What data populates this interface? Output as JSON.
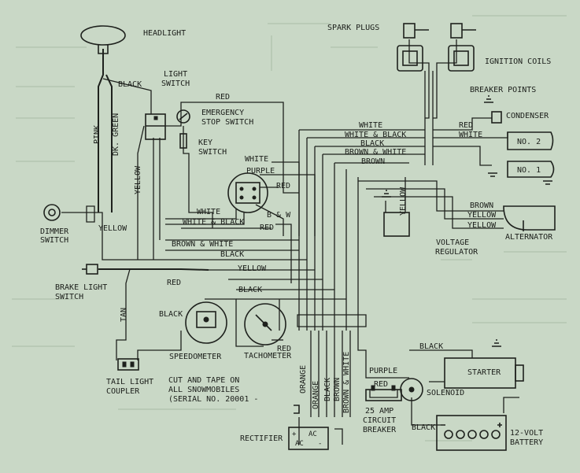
{
  "components": {
    "headlight": "HEADLIGHT",
    "light_switch": [
      "LIGHT",
      "SWITCH"
    ],
    "emergency_stop_switch": [
      "EMERGENCY",
      "STOP SWITCH"
    ],
    "key_switch": [
      "KEY",
      "SWITCH"
    ],
    "dimmer_switch": [
      "DIMMER",
      "SWITCH"
    ],
    "brake_light_switch": [
      "BRAKE LIGHT",
      "SWITCH"
    ],
    "spark_plugs": "SPARK PLUGS",
    "ignition_coils": "IGNITION COILS",
    "breaker_points": "BREAKER POINTS",
    "condenser": "CONDENSER",
    "no2": "NO. 2",
    "no1": "NO. 1",
    "alternator": "ALTERNATOR",
    "voltage_regulator": [
      "VOLTAGE",
      "REGULATOR"
    ],
    "speedometer": "SPEEDOMETER",
    "tachometer": "TACHOMETER",
    "tail_light_coupler": [
      "TAIL LIGHT",
      "COUPLER"
    ],
    "starter": "STARTER",
    "solenoid": "SOLENOID",
    "circuit_breaker": [
      "25 AMP",
      "CIRCUIT",
      "BREAKER"
    ],
    "rectifier": "RECTIFIER",
    "battery": [
      "12-VOLT",
      "BATTERY"
    ]
  },
  "notes": {
    "cut_and_tape": [
      "CUT AND TAPE ON",
      "ALL SNOWMOBILES",
      "(SERIAL NO. 20001 -"
    ]
  },
  "rectifier_terminals": {
    "plus": "+",
    "ac": "AC",
    "minus": "-"
  },
  "wire_labels": {
    "black_headlight": "BLACK",
    "pink": "PINK",
    "dk_green": "DK. GREEN",
    "yellow_ls": "YELLOW",
    "yellow_dimmer": "YELLOW",
    "red_top": "RED",
    "white_key": "WHITE",
    "purple_key": "PURPLE",
    "red_key": "RED",
    "white_lower": "WHITE",
    "white_black_lower": "WHITE & BLACK",
    "b_w": "B & W",
    "red_mid": "RED",
    "brown_white_mid": "BROWN & WHITE",
    "black_mid": "BLACK",
    "yellow_mid": "YELLOW",
    "red_brake": "RED",
    "black_speedo_right": "BLACK",
    "black_speedo": "BLACK",
    "tan": "TAN",
    "red_tach": "RED",
    "white_top": "WHITE",
    "white_black_top": "WHITE & BLACK",
    "black_top": "BLACK",
    "brown_white_top": "BROWN & WHITE",
    "brown_top": "BROWN",
    "red_bp": "RED",
    "white_bp": "WHITE",
    "yellow_vr": "YELLOW",
    "brown_alt": "BROWN",
    "yellow_alt1": "YELLOW",
    "yellow_alt2": "YELLOW",
    "orange1": "ORANGE",
    "orange2": "ORANGE",
    "black_rect": "BLACK",
    "brown_rect": "BROWN",
    "brown_white_rect": "BROWN & WHITE",
    "purple_sol": "PURPLE",
    "black_starter": "BLACK",
    "red_cb": "RED",
    "black_batt": "BLACK"
  }
}
